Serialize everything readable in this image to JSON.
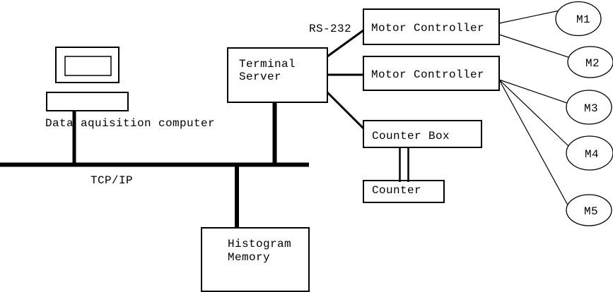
{
  "diagram": {
    "computer_label": "Data aquisition computer",
    "bus_label": "TCP/IP",
    "protocol_label": "RS-232",
    "terminal_server": {
      "line1": "Terminal",
      "line2": "Server"
    },
    "motor_controller_1": "Motor Controller",
    "motor_controller_2": "Motor Controller",
    "counter_box_label": "Counter Box",
    "counter_label": "Counter",
    "histogram_memory": {
      "line1": "Histogram",
      "line2": "Memory"
    },
    "motors": [
      "M1",
      "M2",
      "M3",
      "M4",
      "M5"
    ],
    "colors": {
      "stroke": "#000000",
      "background": "#ffffff"
    }
  }
}
